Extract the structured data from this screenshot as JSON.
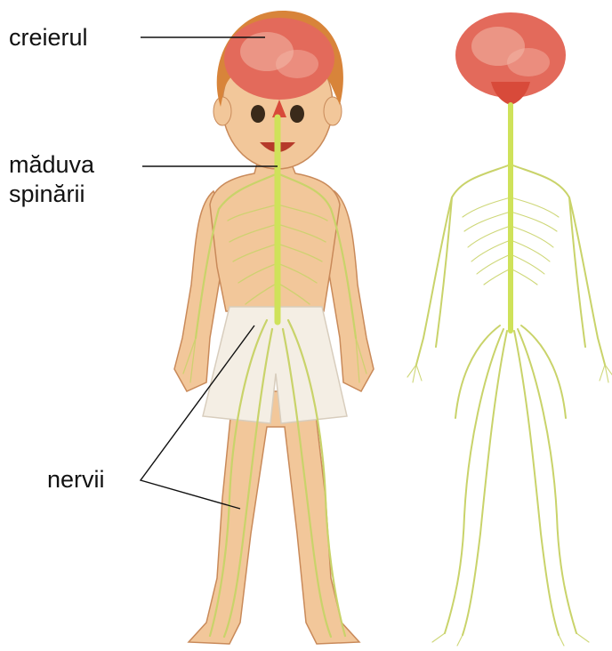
{
  "labels": {
    "brain": "creierul",
    "spinal_cord_line1": "măduva",
    "spinal_cord_line2": "spinării",
    "nerves": "nervii"
  },
  "colors": {
    "skin": "#f2c79a",
    "skin_outline": "#c98a5a",
    "hair": "#d8843a",
    "brain": "#e36a5b",
    "brain_light": "#f3b8a8",
    "nerve": "#c9d36a",
    "spinal_cord": "#cfe25a",
    "shorts": "#f4eee4",
    "leader_line": "#111111"
  }
}
